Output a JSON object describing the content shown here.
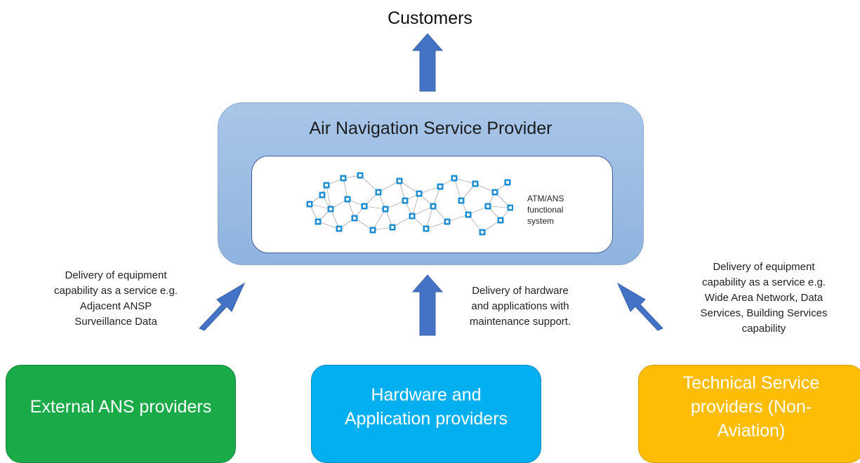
{
  "customers_label": "Customers",
  "ansp": {
    "title": "Air Navigation Service Provider",
    "functional_label": "ATM/ANS\nfunctional\nsystem"
  },
  "annotations": {
    "left": "Delivery of equipment\ncapability as a service e.g.\nAdjacent ANSP\nSurveillance Data",
    "center": "Delivery of hardware\nand applications with\nmaintenance support.",
    "right": "Delivery of equipment\ncapability as a service e.g.\nWide Area Network, Data\nServices, Building Services\ncapability"
  },
  "providers": {
    "external": "External ANS providers",
    "hardware": "Hardware and\nApplication providers",
    "technical": "Technical Service\nproviders (Non-\nAviation)"
  },
  "colors": {
    "arrow": "#4472c4",
    "ansp_box": "#a3c1e6",
    "network_node": "#1e8fd6",
    "external": "#1aaa48",
    "hardware": "#02aff0",
    "technical": "#fdbd04"
  },
  "icons": [
    "network-graph-icon"
  ]
}
